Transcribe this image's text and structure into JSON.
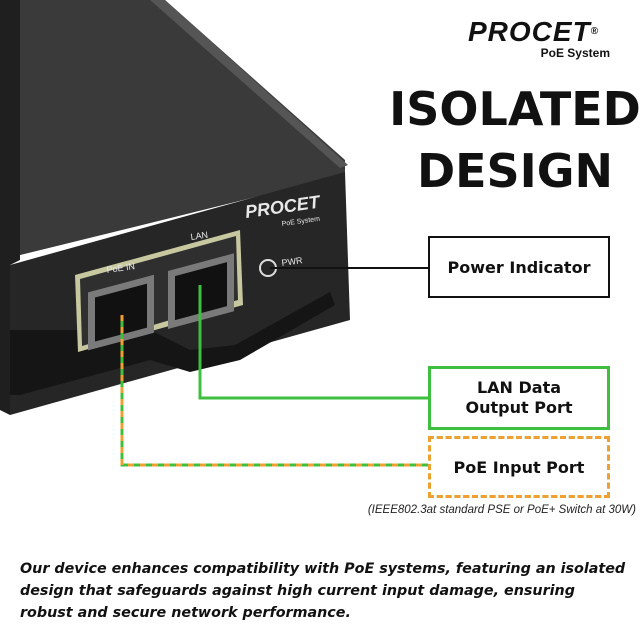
{
  "brand": {
    "logo_text": "PROCET",
    "registered": "®",
    "tagline": "PoE System"
  },
  "device": {
    "logo_text": "PROCET",
    "tagline": "PoE System",
    "port_poe_in": "PoE IN",
    "port_lan": "LAN",
    "pwr": "PWR"
  },
  "headline": {
    "line1": "ISOLATED",
    "line2": "DESIGN"
  },
  "callouts": {
    "power_indicator": "Power Indicator",
    "lan_output_line1": "LAN Data",
    "lan_output_line2": "Output Port",
    "poe_input": "PoE Input Port"
  },
  "footnote": "(IEEE802.3at standard PSE or PoE+ Switch at 30W)",
  "description": "Our device enhances compatibility with PoE systems, featuring an isolated design that safeguards against high current input damage, ensuring robust and secure network performance.",
  "colors": {
    "green": "#3fbf3f",
    "orange": "#f0a030",
    "device_body": "#2b2b2b",
    "panel_trim": "#c8c8a0"
  }
}
